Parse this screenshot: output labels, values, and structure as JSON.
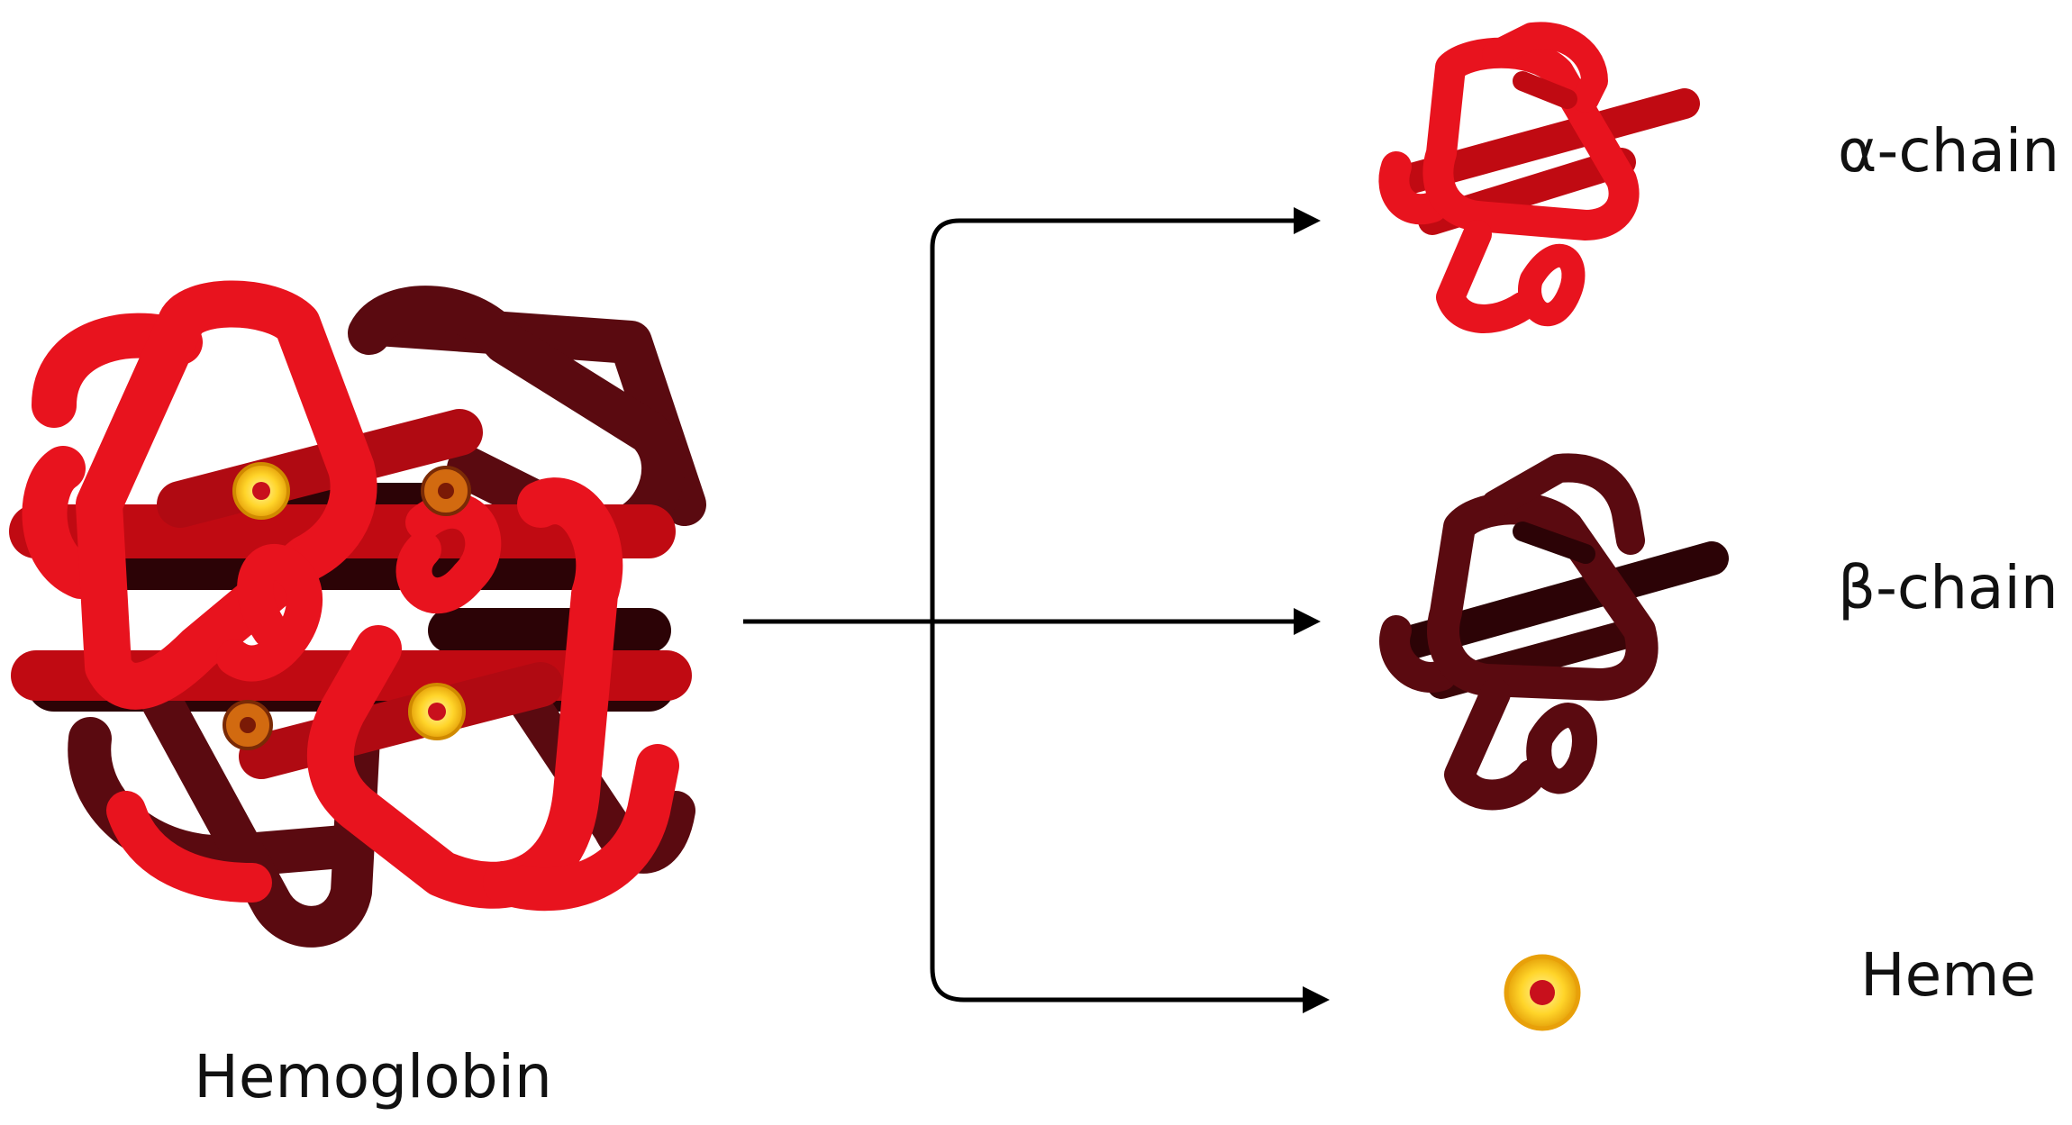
{
  "labels": {
    "source": "Hemoglobin",
    "alpha": "α-chain",
    "beta": "β-chain",
    "heme": "Heme"
  },
  "colors": {
    "alpha_chain": "#e8131e",
    "alpha_chain_dark": "#c00a12",
    "beta_chain": "#5a0a10",
    "beta_chain_dark": "#2c0306",
    "heme_outer": "#f4c20d",
    "heme_ring": "#ffe45c",
    "heme_center": "#c8101c",
    "arrow": "#000000",
    "text": "#111111"
  },
  "icons": [
    "hemoglobin-icon",
    "alpha-chain-icon",
    "beta-chain-icon",
    "heme-icon"
  ]
}
